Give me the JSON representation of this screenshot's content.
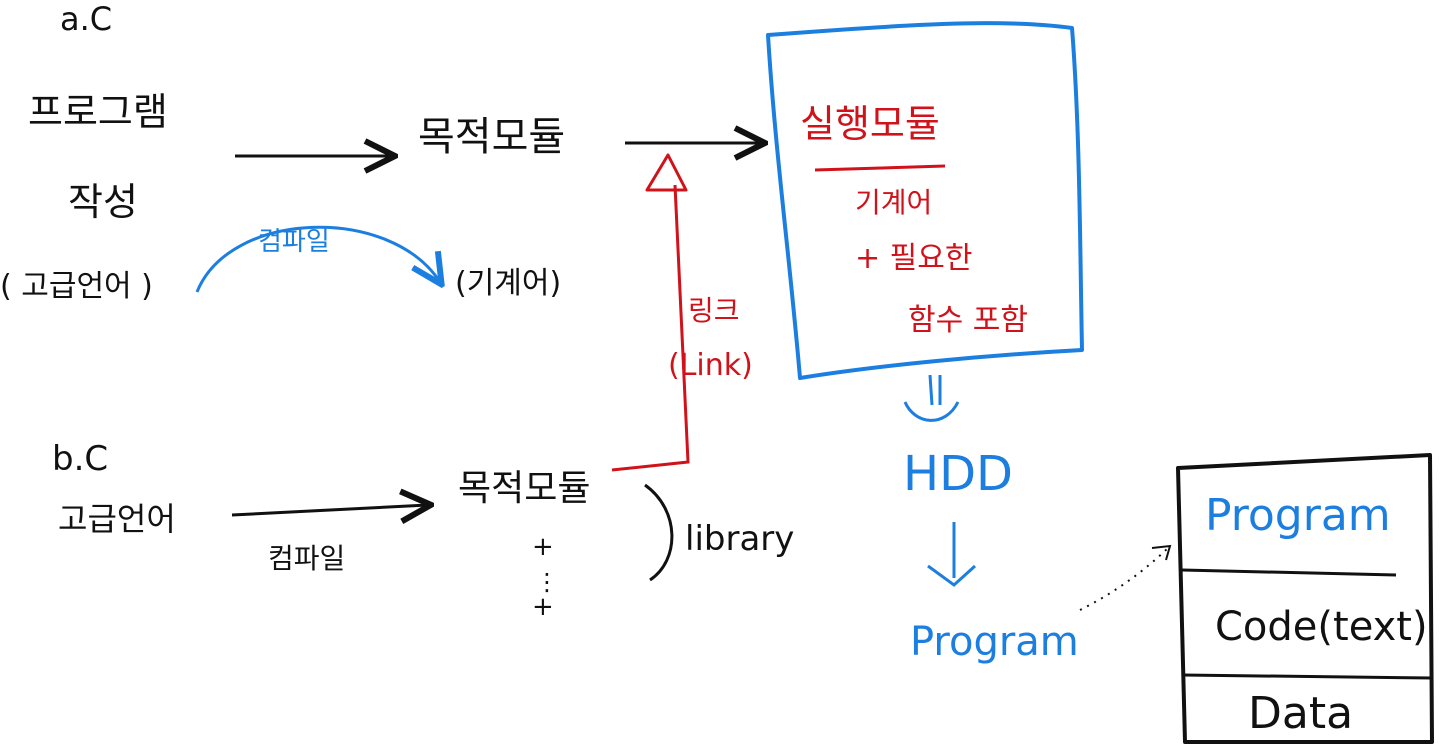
{
  "section_a": {
    "file": "a.C",
    "source": [
      "프로그램",
      "작성"
    ],
    "language": "( 고급언어 )",
    "compile": "컴파일",
    "machine": "(기계어)",
    "object": "목적모듈"
  },
  "section_b": {
    "file": "b.C",
    "language": "고급언어",
    "compile": "컴파일",
    "object": "목적모듈",
    "plus": "+",
    "dots": "⋮",
    "plus2": "+",
    "library": "library"
  },
  "link": {
    "label": "링크",
    "label_en": "(Link)"
  },
  "exec": {
    "title": "실행모듈",
    "lines": [
      "기계어",
      "+ 필요한",
      "함수 포함"
    ]
  },
  "flow": {
    "storage": "HDD",
    "program": "Program"
  },
  "memory": {
    "header": "Program",
    "code": "Code(text)",
    "data": "Data"
  },
  "colors": {
    "ink": "#111111",
    "red": "#d0121b",
    "blue": "#1c7fe0"
  }
}
